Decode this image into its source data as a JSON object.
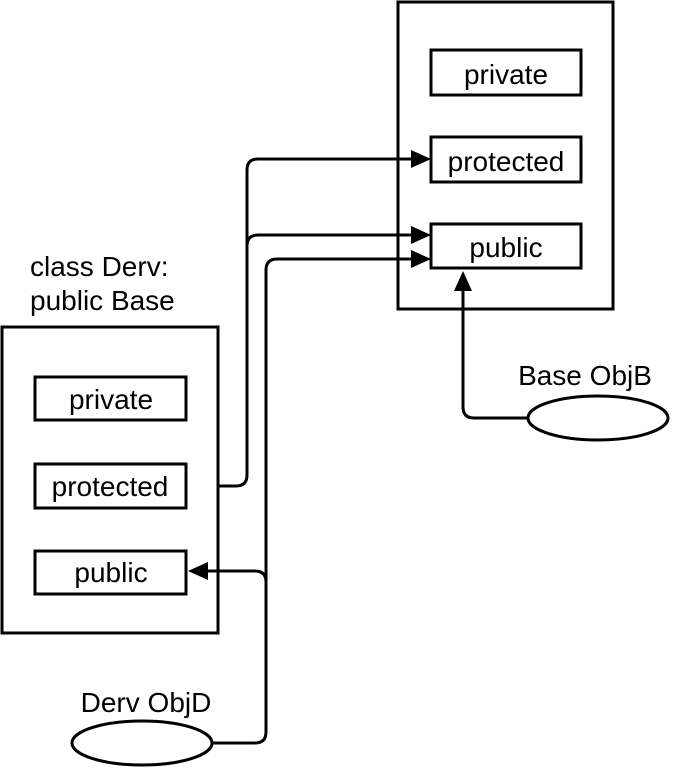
{
  "base_class": {
    "private": "private",
    "protected": "protected",
    "public": "public"
  },
  "derived_class": {
    "title_line1": "class Derv:",
    "title_line2": "public Base",
    "private": "private",
    "protected": "protected",
    "public": "public"
  },
  "objects": {
    "base_object": "Base ObjB",
    "derived_object": "Derv ObjD"
  }
}
